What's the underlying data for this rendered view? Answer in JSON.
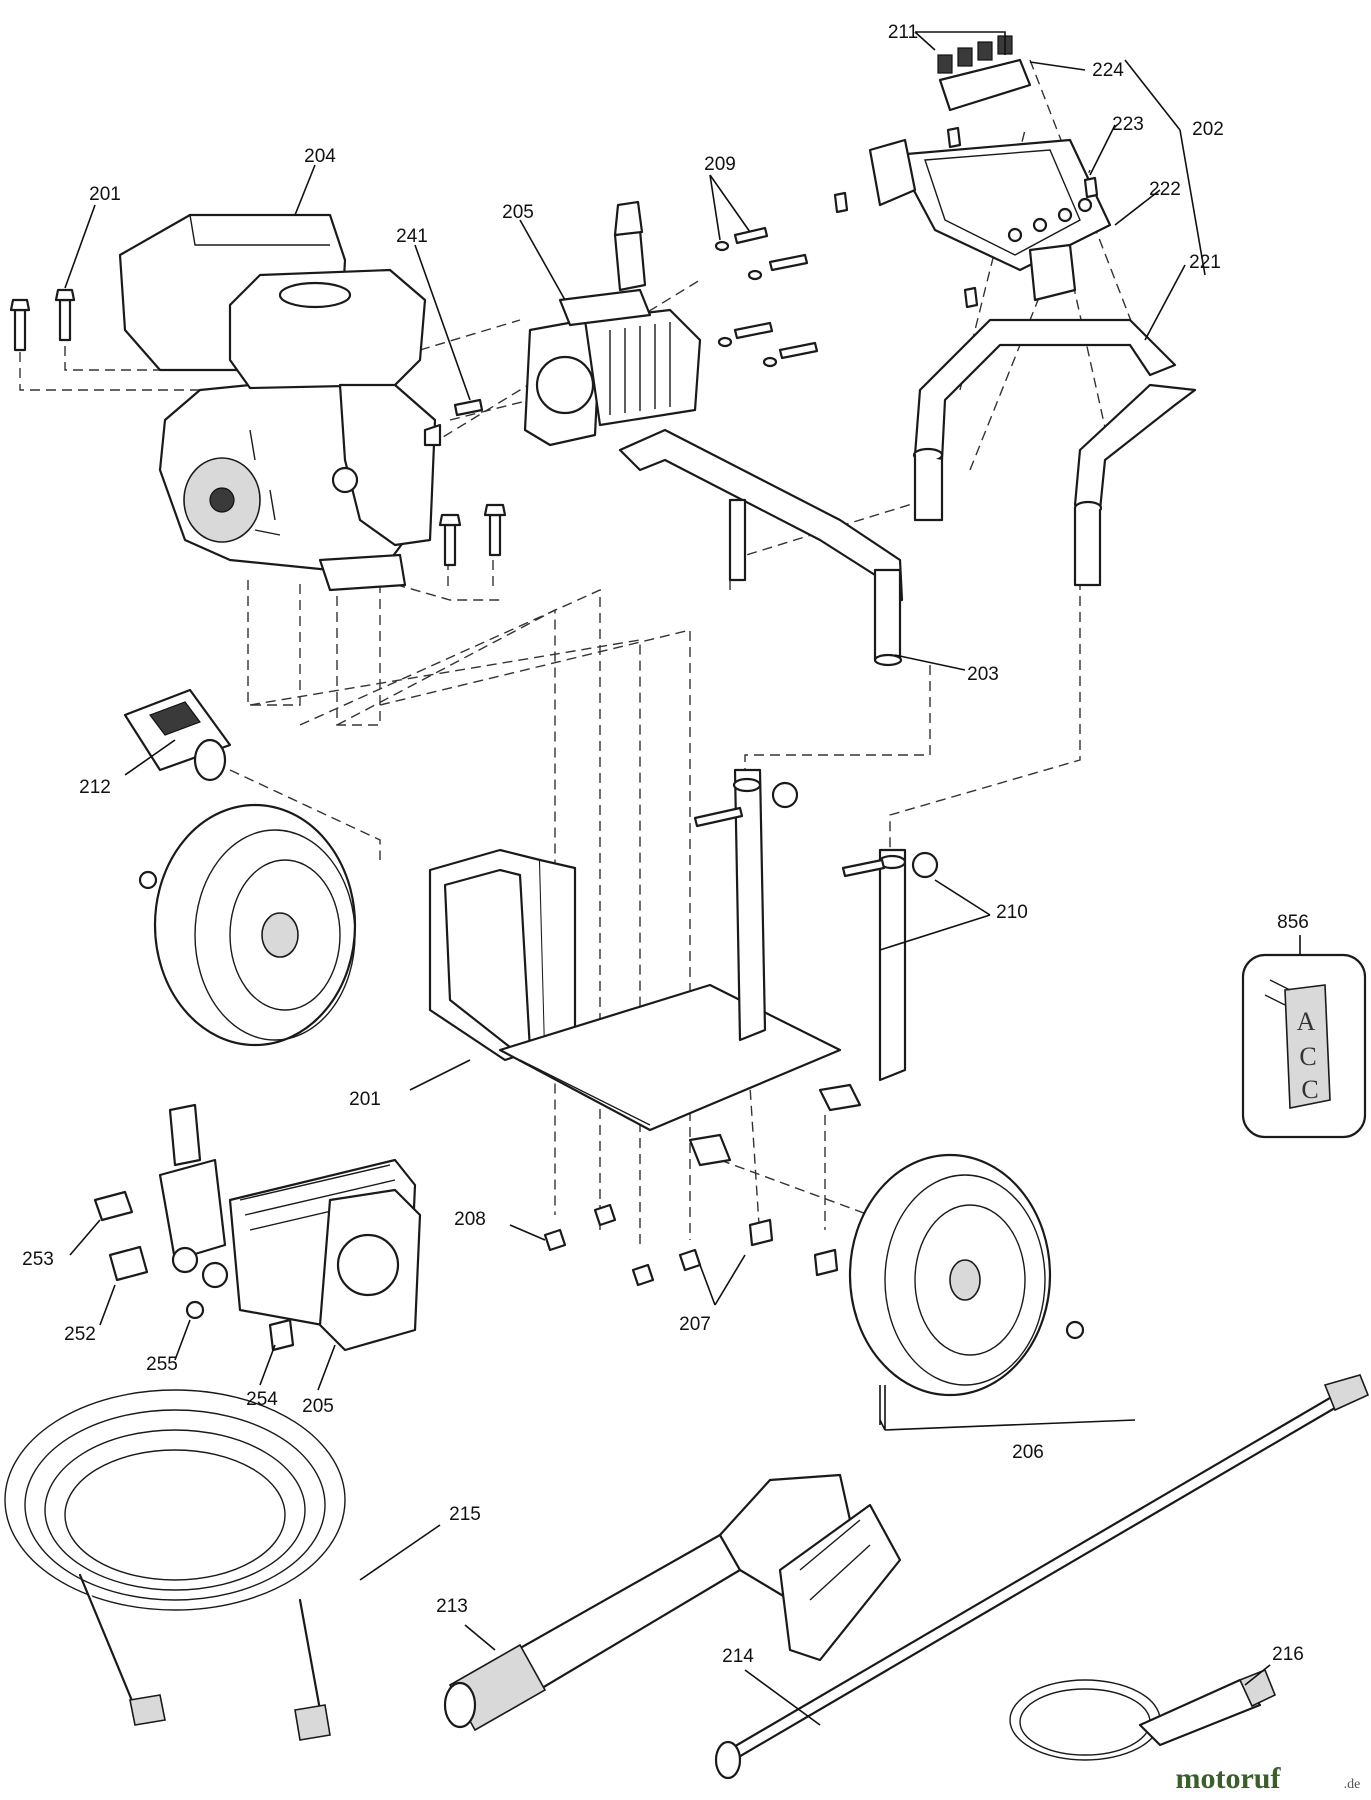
{
  "callouts": {
    "c201a": "201",
    "c204": "204",
    "c241": "241",
    "c205a": "205",
    "c209": "209",
    "c211": "211",
    "c224": "224",
    "c223": "223",
    "c202": "202",
    "c222": "222",
    "c221": "221",
    "c203": "203",
    "c212": "212",
    "c210": "210",
    "c856": "856",
    "c201b": "201",
    "c208": "208",
    "c253": "253",
    "c252": "252",
    "c255": "255",
    "c254": "254",
    "c205b": "205",
    "c207": "207",
    "c206": "206",
    "c215": "215",
    "c213": "213",
    "c214": "214",
    "c216": "216"
  },
  "tag_card": {
    "letters": [
      "A",
      "C",
      "C"
    ]
  },
  "watermark": {
    "brand": "motoruf",
    "suffix": ".de"
  },
  "colors": {
    "line": "#1a1a1a",
    "background": "#ffffff",
    "watermark": "#3a5f2a"
  }
}
